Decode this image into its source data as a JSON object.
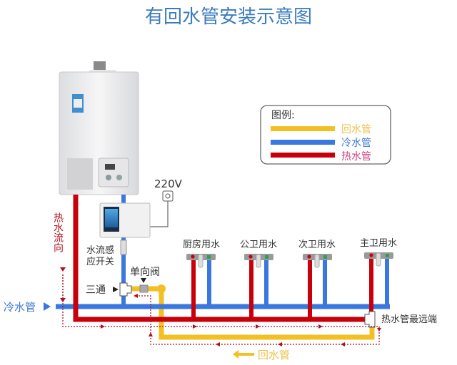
{
  "title": "有回水管安装示意图",
  "colors": {
    "hot": "#c8000a",
    "cold": "#3a78e0",
    "return": "#f3c023",
    "title": "#3a7bbf",
    "flow": "#b01020"
  },
  "legend": {
    "heading": "图例:",
    "items": [
      {
        "label": "回水管",
        "color": "#f3c023",
        "text_color": "#ecc24a"
      },
      {
        "label": "冷水管",
        "color": "#3a78e0",
        "text_color": "#3a78d0"
      },
      {
        "label": "热水管",
        "color": "#c8000a",
        "text_color": "#d0407a"
      }
    ]
  },
  "labels": {
    "power": "220V",
    "flow_switch_line1": "水流感",
    "flow_switch_line2": "应开关",
    "hot_flow": "热水流向",
    "tee": "三通",
    "check_valve": "单向阀",
    "cold_pipe": "冷水管",
    "farthest_end": "热水管最远端",
    "return_pipe": "回水管"
  },
  "fixtures": [
    {
      "label": "厨房用水"
    },
    {
      "label": "公卫用水"
    },
    {
      "label": "次卫用水"
    },
    {
      "label": "主卫用水"
    }
  ]
}
